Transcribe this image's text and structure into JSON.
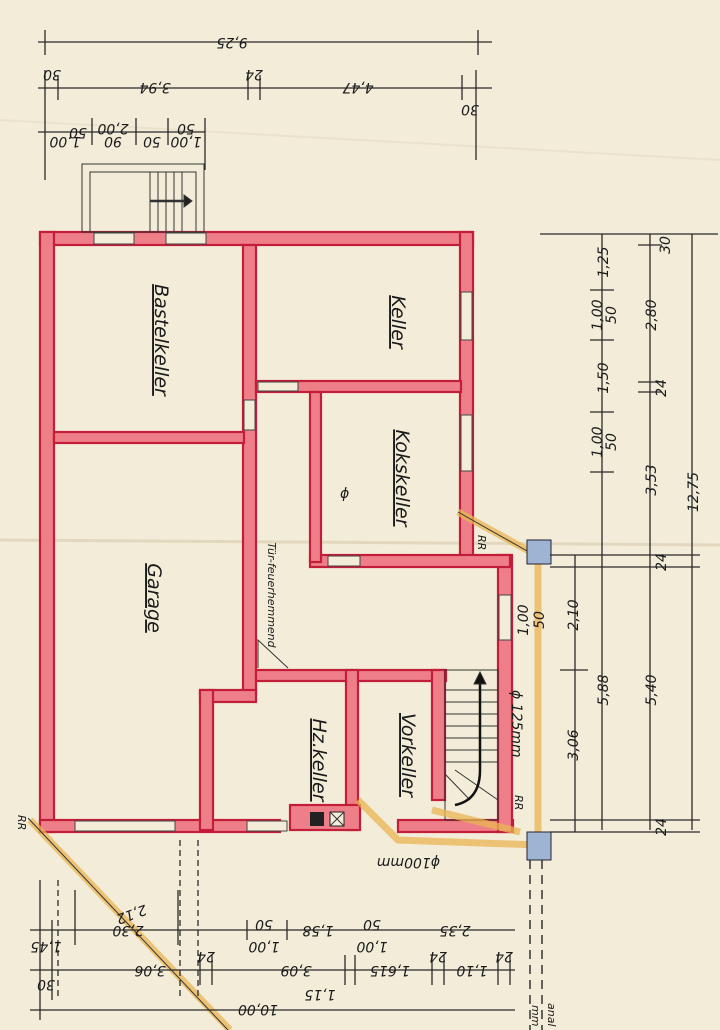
{
  "rooms": {
    "bastelkeller": "Bastelkeller",
    "keller": "Keller",
    "kokskeller": "Kokskeller",
    "garage": "Garage",
    "hzkeller": "Hz.keller",
    "vorkeller": "Vorkeller"
  },
  "labels": {
    "tuer_feuerhemmend": "Tür-feuerhemmend",
    "rr_top": "RR",
    "rr_mid": "RR",
    "rr_left": "RR",
    "pipe_125": "ϕ 125mm",
    "pipe_100": "ϕ100mm",
    "kanal": "anal",
    "mm": "mm",
    "diameter_symbol": "ϕ"
  },
  "dims_top": {
    "total": "9,25",
    "a30": "30",
    "b394": "3,94",
    "c24": "24",
    "d447": "4,47",
    "e30": "30",
    "f100": "1,00",
    "g50": "50",
    "h90": "90",
    "h200": "2,00",
    "i50": "50",
    "j100": "1,00",
    "j50": "50"
  },
  "dims_right": {
    "r125": "1,25",
    "r100a": "1,00",
    "r50a": "50",
    "r150": "1,50",
    "r100b": "1,00",
    "r50b": "50",
    "r100c": "1,00",
    "r50c": "50",
    "r210": "2,10",
    "r306": "3,06",
    "r588": "5,88",
    "r30": "30",
    "r280": "2,80",
    "r24a": "24",
    "r353": "3,53",
    "r24b": "24",
    "r540": "5,40",
    "r24c": "24",
    "r1275": "12,75"
  },
  "dims_bottom": {
    "b145": "1,45",
    "b230": "2,30",
    "b212": "2,12",
    "b100a": "1,00",
    "b50a": "50",
    "b158": "1,58",
    "b100b": "1,00",
    "b50b": "50",
    "b235": "2,35",
    "b30": "30",
    "b306": "3,06",
    "b24a": "24",
    "b309": "3,09",
    "b1615": "1,615",
    "b24b": "24",
    "b110": "1,10",
    "b24c": "24",
    "b115": "1,15",
    "b1000": "10,00"
  }
}
